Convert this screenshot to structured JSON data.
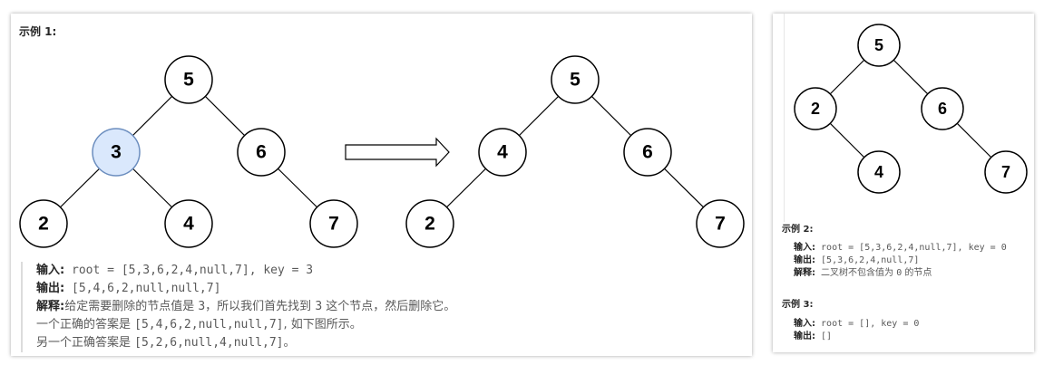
{
  "left": {
    "heading": "示例 1:",
    "tree_before": {
      "nodes": [
        {
          "label": "5",
          "highlight": false
        },
        {
          "label": "3",
          "highlight": true
        },
        {
          "label": "6",
          "highlight": false
        },
        {
          "label": "2",
          "highlight": false
        },
        {
          "label": "4",
          "highlight": false
        },
        {
          "label": "7",
          "highlight": false
        }
      ]
    },
    "tree_after": {
      "nodes": [
        {
          "label": "5"
        },
        {
          "label": "4"
        },
        {
          "label": "6"
        },
        {
          "label": "2"
        },
        {
          "label": "7"
        }
      ]
    },
    "input_label": "输入:",
    "input_value": "root = [5,3,6,2,4,null,7], key = 3",
    "output_label": "输出:",
    "output_value": "[5,4,6,2,null,null,7]",
    "explain_label": "解释:",
    "explain_text_1": "给定需要删除的节点值是 ",
    "explain_code_1": "3",
    "explain_text_2": "，所以我们首先找到 ",
    "explain_code_2": "3",
    "explain_text_3": " 这个节点，然后删除它。",
    "line4_text_1": "一个正确的答案是 ",
    "line4_code": "[5,4,6,2,null,null,7]",
    "line4_text_2": ", 如下图所示。",
    "line5_text_1": "另一个正确答案是 ",
    "line5_code": "[5,2,6,null,4,null,7]",
    "line5_text_2": "。"
  },
  "right": {
    "tree": {
      "nodes": [
        {
          "label": "5"
        },
        {
          "label": "2"
        },
        {
          "label": "6"
        },
        {
          "label": "4"
        },
        {
          "label": "7"
        }
      ]
    },
    "example2_heading": "示例 2:",
    "ex2_input_label": "输入:",
    "ex2_input_value": "root = [5,3,6,2,4,null,7], key = 0",
    "ex2_output_label": "输出:",
    "ex2_output_value": "[5,3,6,2,4,null,7]",
    "ex2_explain_label": "解释:",
    "ex2_explain_text_1": "二叉树不包含值为 ",
    "ex2_explain_code": "0",
    "ex2_explain_text_2": " 的节点",
    "example3_heading": "示例 3:",
    "ex3_input_label": "输入:",
    "ex3_input_value": "root = [], key = 0",
    "ex3_output_label": "输出:",
    "ex3_output_value": "[]"
  },
  "colors": {
    "highlight_fill": "#dae8fc",
    "highlight_stroke": "#6c8ebf",
    "text": "#595959",
    "label": "#262626"
  }
}
